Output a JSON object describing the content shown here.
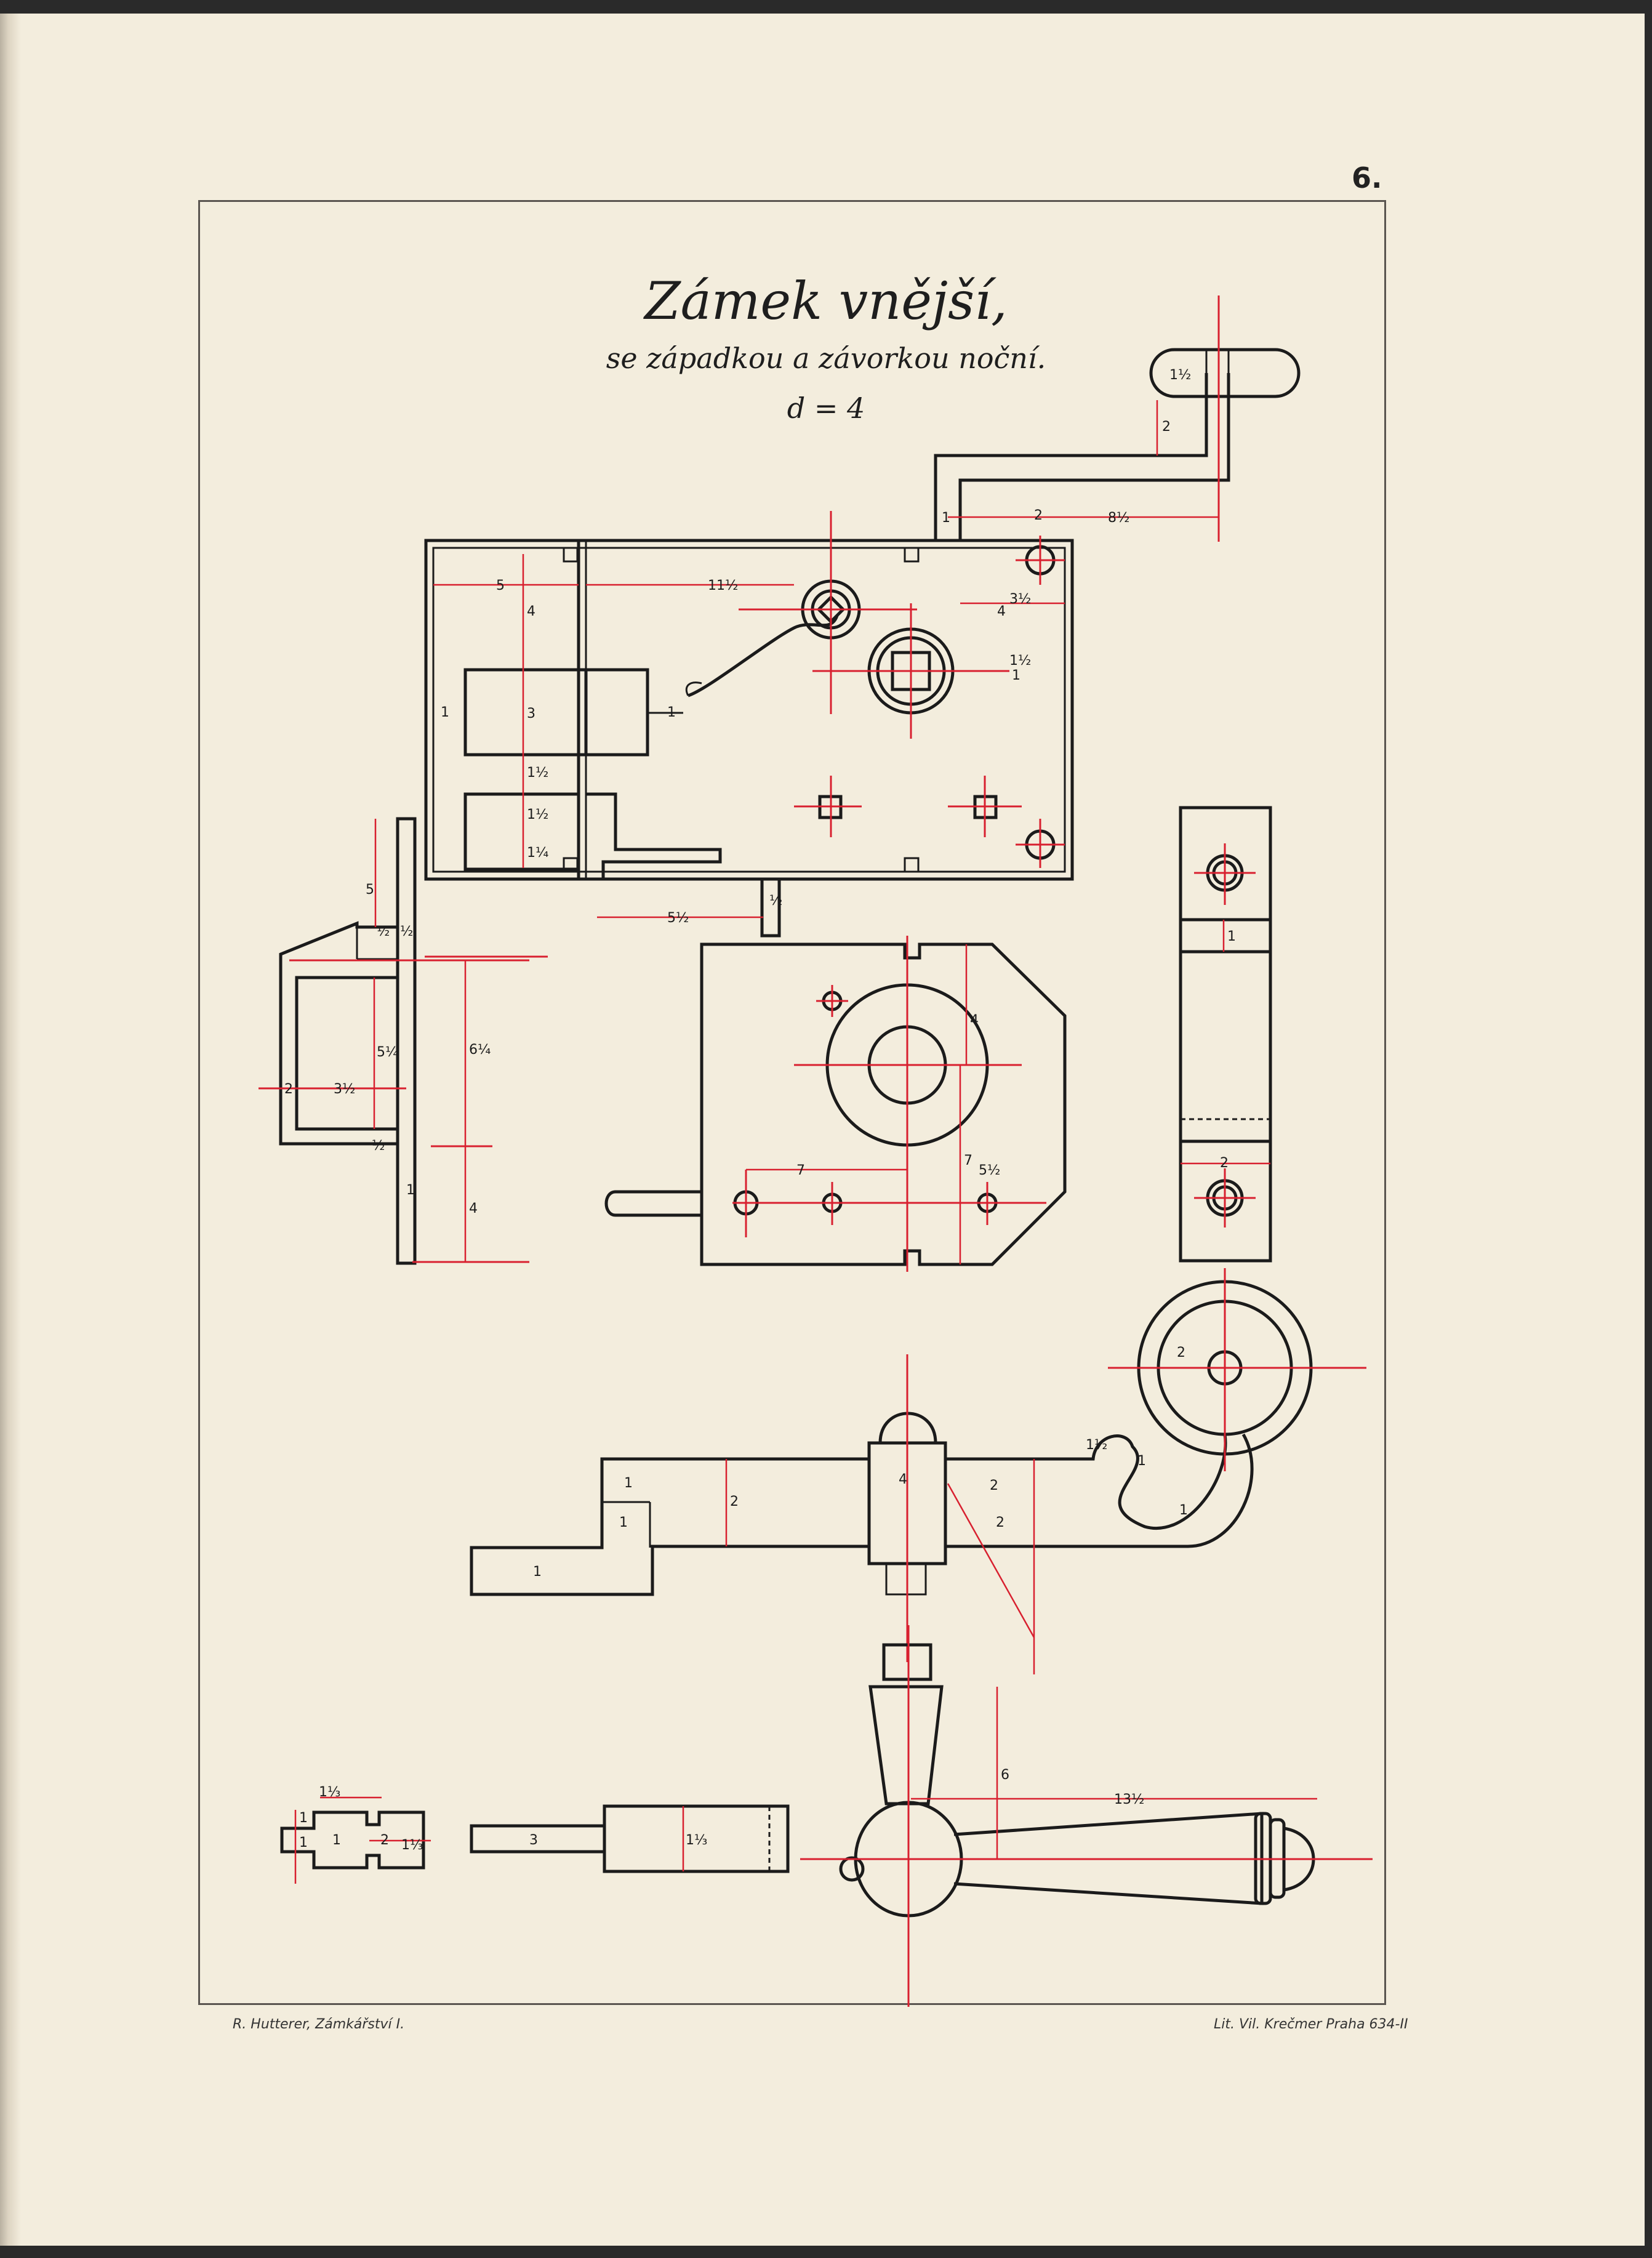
{
  "plate": {
    "number": "6.",
    "title": "Zámek vnější,",
    "subtitle": "se západkou a závorkou noční.",
    "scale": "d = 4",
    "footer_left": "R. Hutterer, Zámkářství I.",
    "footer_right": "Lit. Vil. Krečmer Praha 634-II"
  },
  "colors": {
    "paper": "#f3eddd",
    "ink": "#1b1b1b",
    "centerline": "#d8202f"
  },
  "dimensions": {
    "top_lock": [
      "5",
      "11½",
      "4",
      "3",
      "1½",
      "1½",
      "1¼",
      "1",
      "1",
      "4",
      "3½",
      "1½",
      "1",
      "½",
      "5½",
      "2",
      "8½",
      "1",
      "2",
      "1½"
    ],
    "left_striker": [
      "5",
      "½",
      "½",
      "6¼",
      "5¼",
      "3½",
      "2",
      "½",
      "4",
      "1"
    ],
    "mid_plate": [
      "4",
      "7",
      "7",
      "5½"
    ],
    "right_bar": [
      "1",
      "2"
    ],
    "handle_views": [
      "2",
      "1",
      "1",
      "2",
      "2",
      "2",
      "1",
      "1",
      "1½",
      "1",
      "4",
      "6",
      "13½"
    ],
    "small_parts": [
      "1⅓",
      "1",
      "1",
      "1",
      "2",
      "1⅓",
      "3",
      "1⅓"
    ]
  }
}
